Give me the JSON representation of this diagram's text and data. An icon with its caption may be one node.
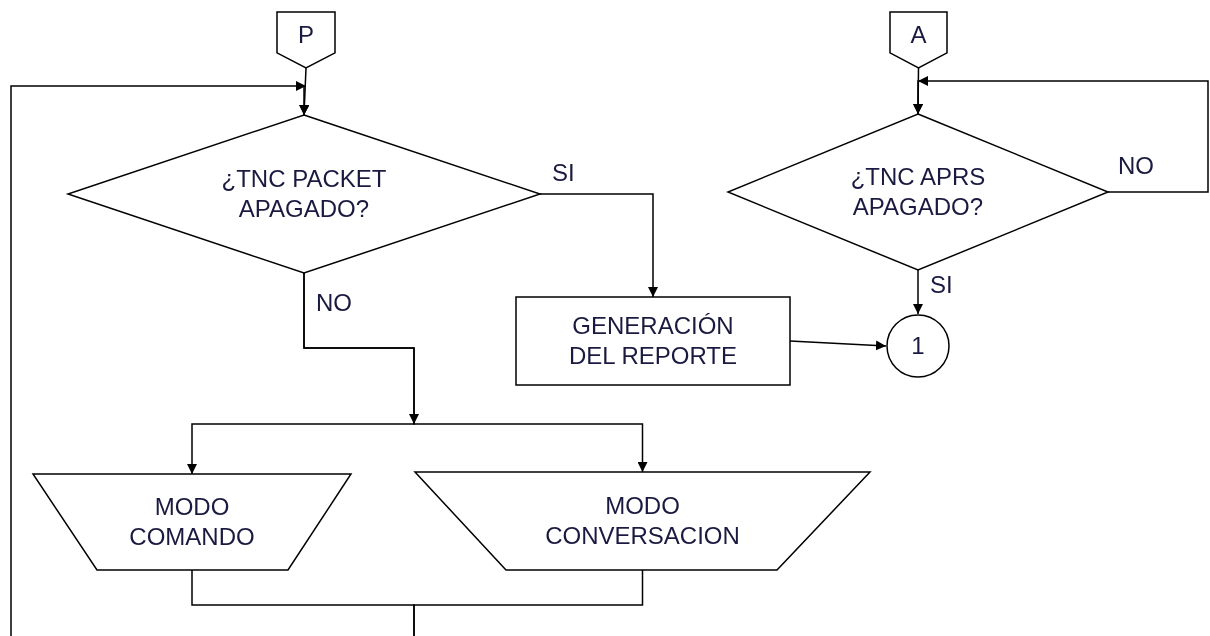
{
  "diagram": {
    "nodes": [
      {
        "text": [
          "P"
        ]
      },
      {
        "text": [
          "A"
        ]
      },
      {
        "text": [
          "¿TNC PACKET APAGADO?"
        ]
      },
      {
        "text": [
          "¿TNC APRS APAGADO?"
        ]
      },
      {
        "text": [
          "GENERACIÓN DEL REPORTE"
        ]
      },
      {
        "text": [
          "1"
        ]
      },
      {
        "text": [
          "MODO COMANDO"
        ]
      },
      {
        "text": [
          "MODO CONVERSACION"
        ]
      }
    ],
    "edges": [
      {
        "from": 0,
        "to": 2,
        "arrow": "to"
      },
      {
        "from": null,
        "to": 2,
        "arrow": "to"
      },
      {
        "from": 1,
        "to": 3,
        "arrow": "to"
      },
      {
        "from": 3,
        "to": 3,
        "label": "NO",
        "arrow": "to"
      },
      {
        "from": 2,
        "to": 4,
        "label": "SI",
        "arrow": "to"
      },
      {
        "from": 3,
        "to": 5,
        "label": "SI",
        "arrow": "to"
      },
      {
        "from": 4,
        "to": 5,
        "arrow": "to"
      },
      {
        "from": 2,
        "to": 6,
        "label": "NO",
        "arrow": "to"
      },
      {
        "from": 2,
        "to": 7,
        "arrow": "to"
      },
      {
        "from": 6,
        "to": null,
        "arrow": "none"
      },
      {
        "from": 7,
        "to": null,
        "arrow": "none"
      }
    ]
  }
}
